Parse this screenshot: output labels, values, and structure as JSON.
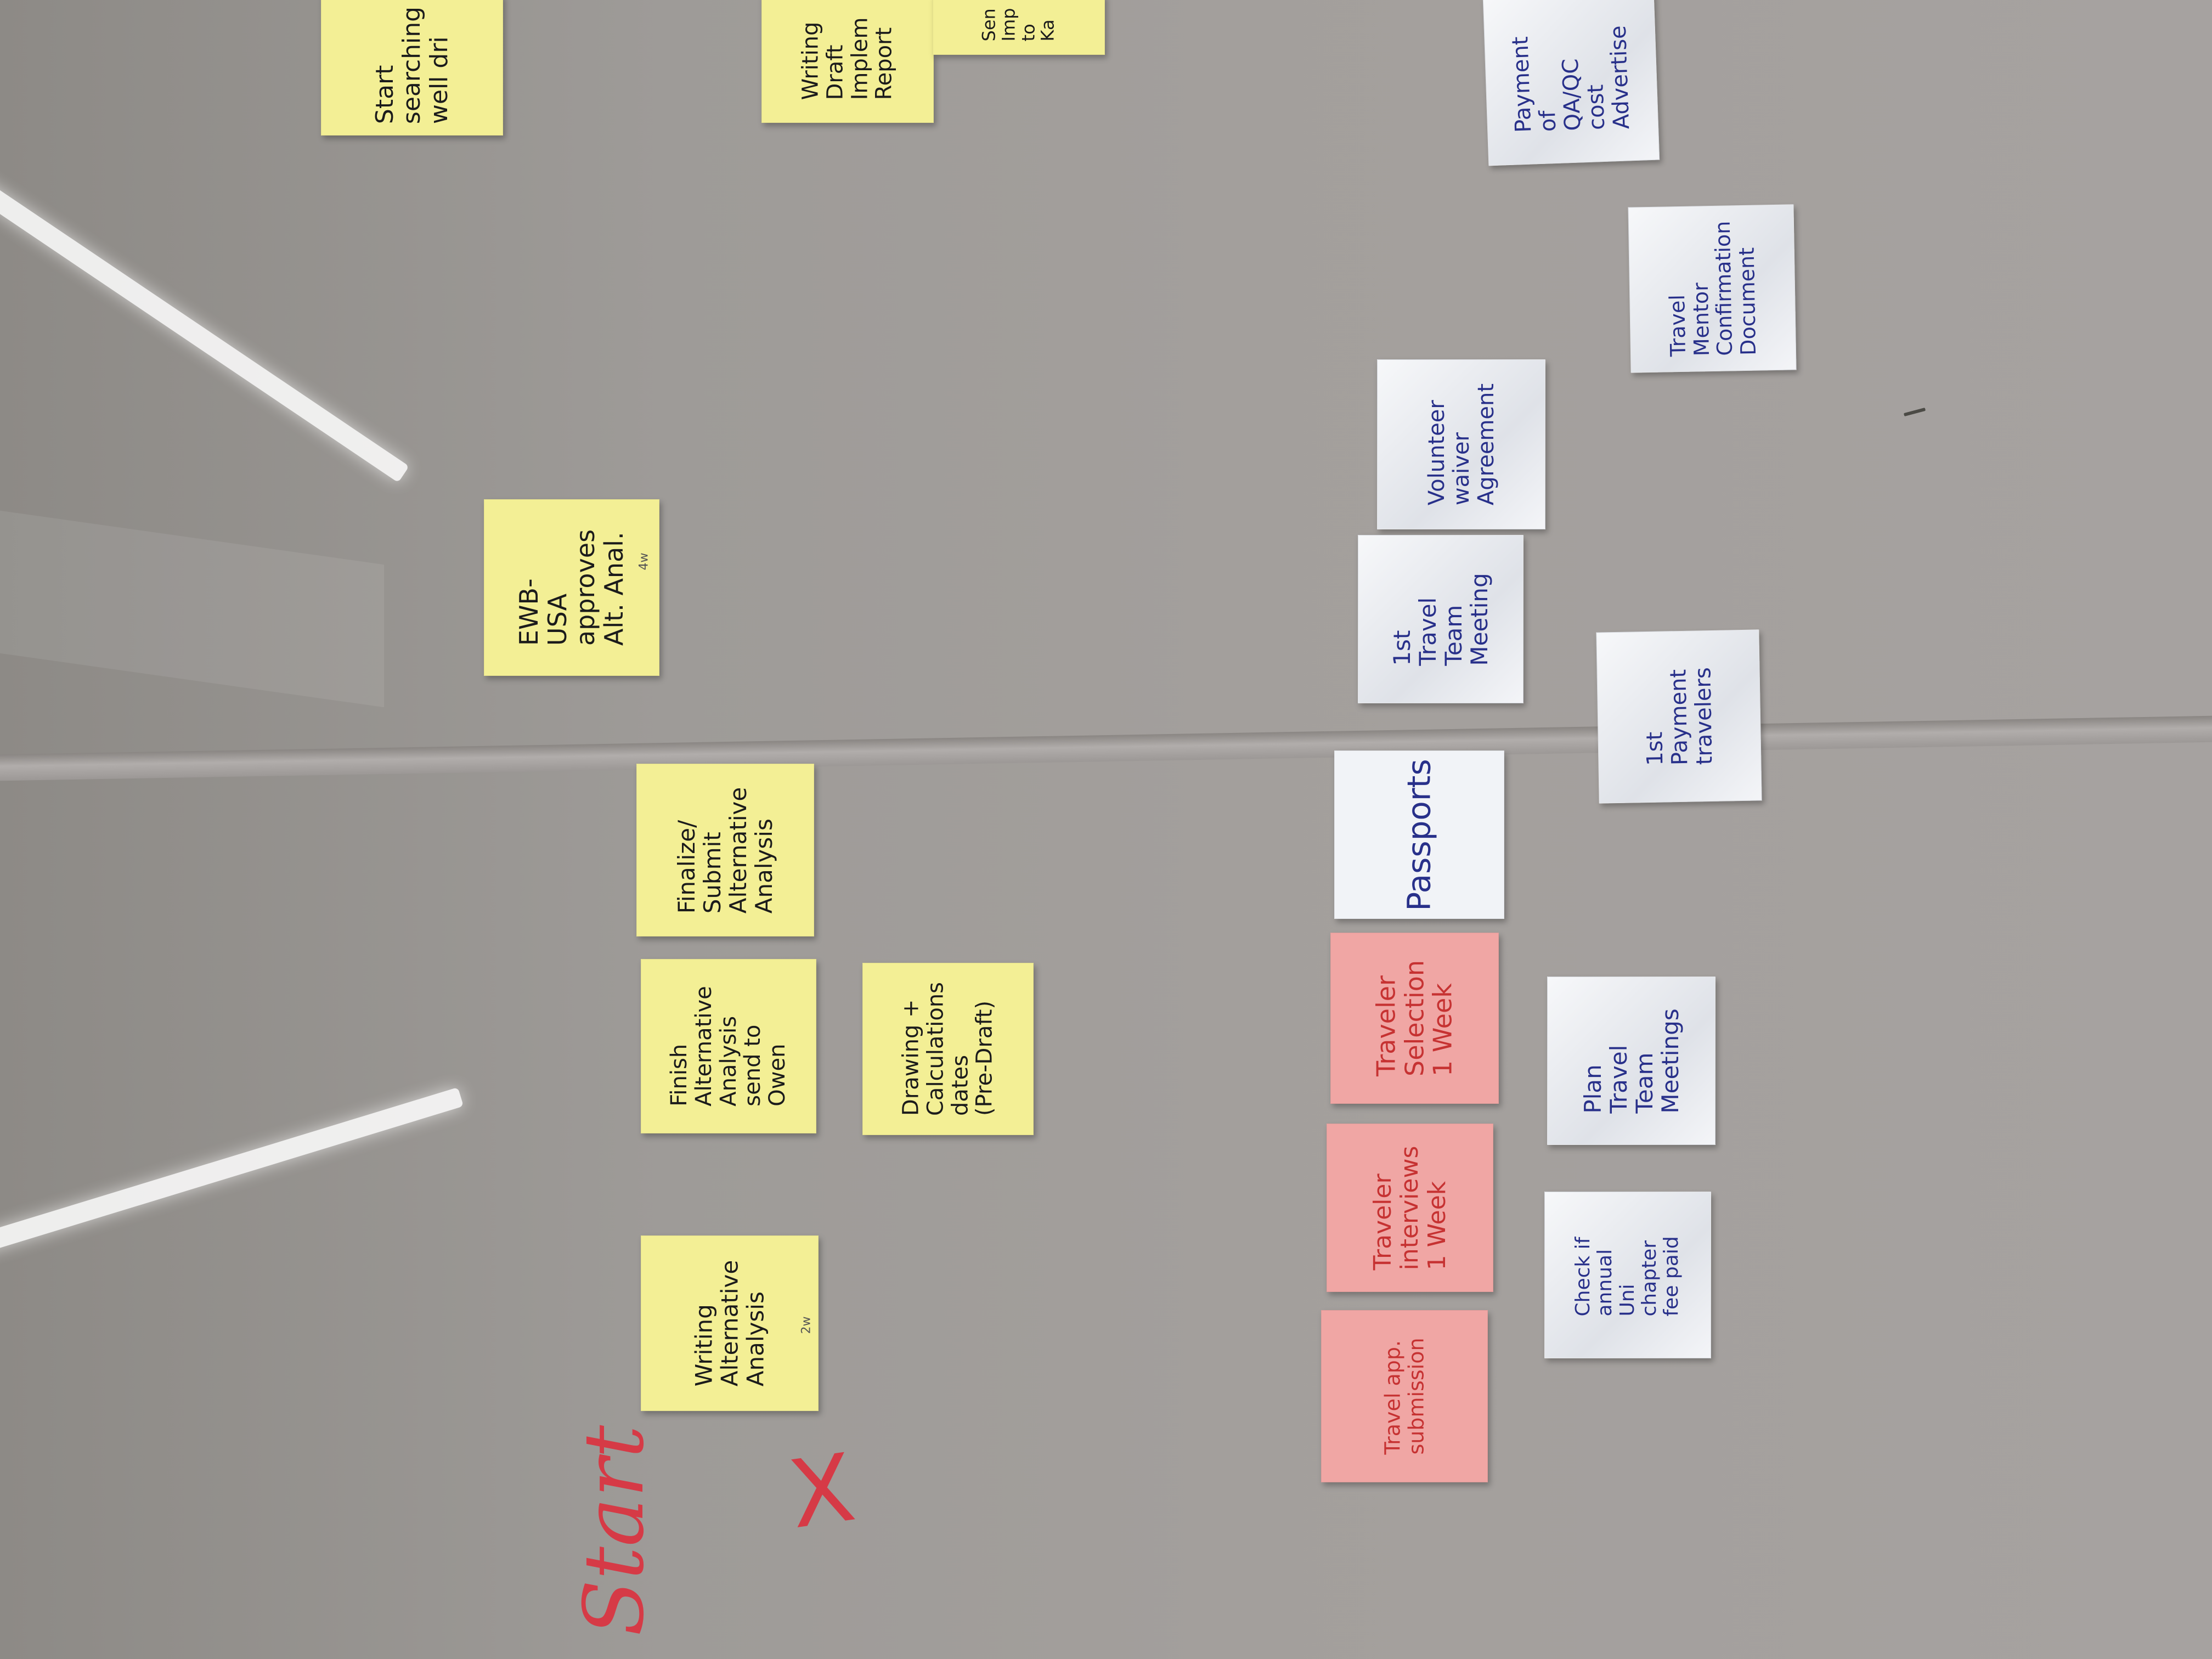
{
  "board": {
    "start_label": "Start",
    "x_mark": "X",
    "notes": {
      "start_searching": {
        "text": "Start\nsearching\nwell dri",
        "color": "yellow",
        "ink": "black"
      },
      "writing_draft_impl": {
        "text": "Writing\nDraft\nImplem\nReport",
        "color": "yellow",
        "ink": "black"
      },
      "send_impl": {
        "text": "Sen\nImp\nto\nKa",
        "color": "yellow",
        "ink": "black"
      },
      "payment_qaqc": {
        "text": "Payment of\nQA/QC\ncost\nAdvertise",
        "color": "white",
        "ink": "blue"
      },
      "travel_mentor_doc": {
        "text": "Travel\nMentor\nConfirmation\nDocument",
        "color": "white",
        "ink": "blue"
      },
      "volunteer_waiver": {
        "text": "Volunteer\nwaiver\nAgreement",
        "color": "white",
        "ink": "blue"
      },
      "ewb_approves": {
        "text": "EWB-USA\napproves\nAlt. Anal.",
        "mark": "4w",
        "color": "yellow",
        "ink": "black"
      },
      "first_travel_meeting": {
        "text": "1st Travel\nTeam\nMeeting",
        "color": "white",
        "ink": "blue"
      },
      "first_payment": {
        "text": "1st Payment\ntravelers",
        "color": "white",
        "ink": "blue"
      },
      "finalize_submit": {
        "text": "Finalize/\nSubmit\nAlternative\nAnalysis",
        "color": "yellow",
        "ink": "black"
      },
      "passports": {
        "text": "Passports",
        "color": "white",
        "ink": "blue"
      },
      "finish_alt": {
        "text": "Finish\nAlternative\nAnalysis\nsend to Owen",
        "color": "yellow",
        "ink": "black"
      },
      "drawing_calcs": {
        "text": "Drawing +\nCalculations\ndates\n(Pre-Draft)",
        "color": "yellow",
        "ink": "black"
      },
      "traveler_selection": {
        "text": "Traveler\nSelection\n1 Week",
        "color": "pink",
        "ink": "red"
      },
      "plan_travel_meetings": {
        "text": "Plan Travel\nTeam\nMeetings",
        "color": "white",
        "ink": "blue"
      },
      "traveler_interviews": {
        "text": "Traveler\ninterviews\n1 Week",
        "color": "pink",
        "ink": "red"
      },
      "writing_alt": {
        "text": "Writing\nAlternative\nAnalysis",
        "mark": "2w",
        "color": "yellow",
        "ink": "black"
      },
      "check_annual_fee": {
        "text": "Check if\nannual\nUni chapter\nfee paid",
        "color": "white",
        "ink": "blue"
      },
      "travel_app": {
        "text": "Travel app.\nsubmission",
        "color": "pink",
        "ink": "red"
      }
    }
  }
}
